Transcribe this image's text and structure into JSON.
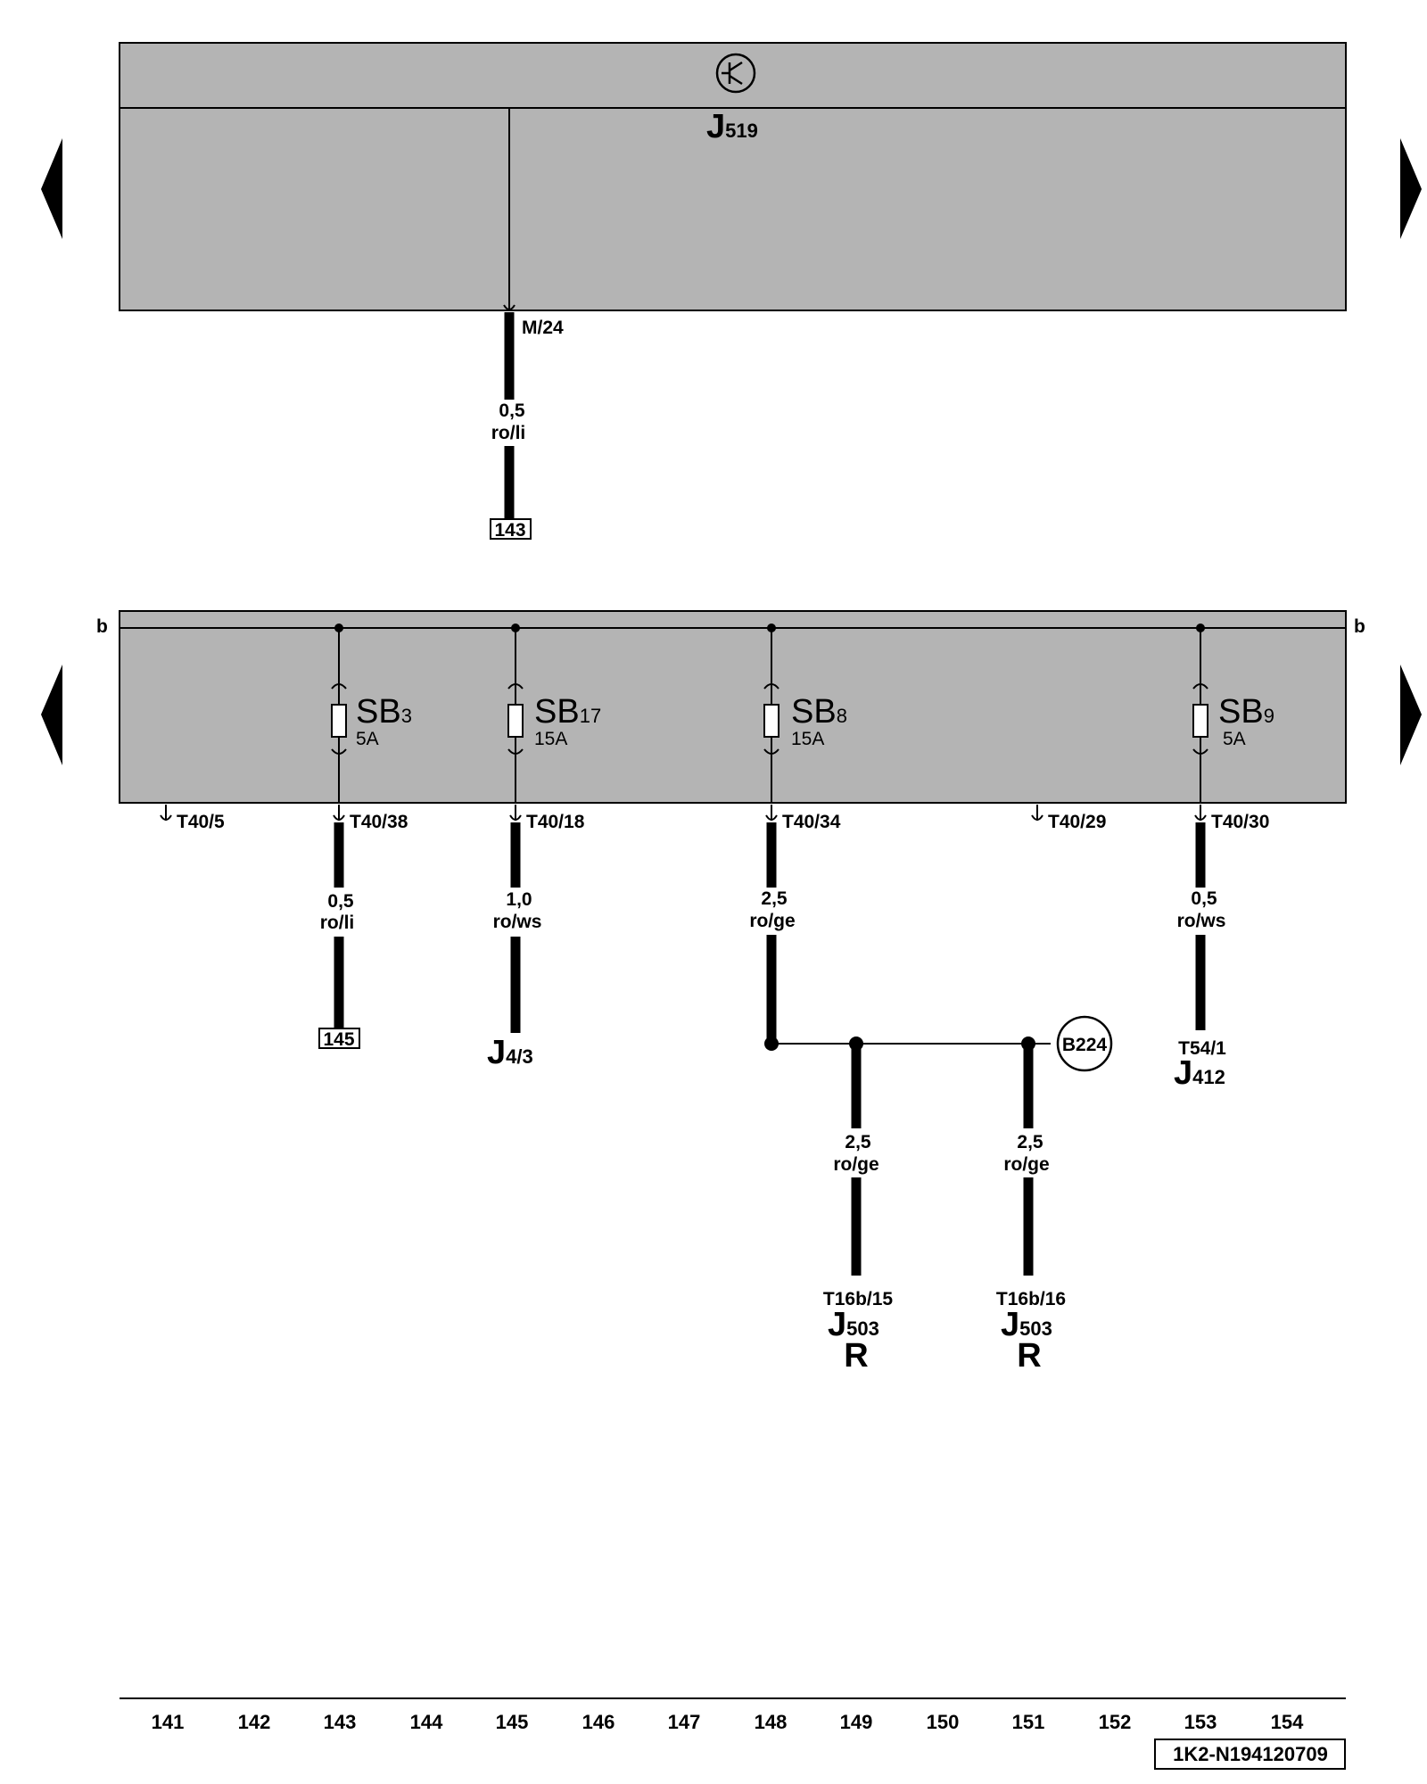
{
  "control_unit": {
    "name": "J",
    "sub": "519"
  },
  "upper_wire": {
    "pin": "M/24",
    "gauge": "0,5",
    "color": "ro/li",
    "ref": "143"
  },
  "bus_label_left": "b",
  "bus_label_right": "b",
  "fuses": [
    {
      "name": "SB",
      "sub": "3",
      "amp": "5A"
    },
    {
      "name": "SB",
      "sub": "17",
      "amp": "15A"
    },
    {
      "name": "SB",
      "sub": "8",
      "amp": "15A"
    },
    {
      "name": "SB",
      "sub": "9",
      "amp": "5A"
    }
  ],
  "connectors": [
    "T40/5",
    "T40/38",
    "T40/18",
    "T40/34",
    "T40/29",
    "T40/30"
  ],
  "wires": [
    {
      "gauge": "0,5",
      "color": "ro/li"
    },
    {
      "gauge": "1,0",
      "color": "ro/ws"
    },
    {
      "gauge": "2,5",
      "color": "ro/ge"
    },
    {
      "gauge": "0,5",
      "color": "ro/ws"
    },
    {
      "gauge": "2,5",
      "color": "ro/ge"
    },
    {
      "gauge": "2,5",
      "color": "ro/ge"
    }
  ],
  "ref_145": "145",
  "j4": {
    "name": "J",
    "sub": "4/3"
  },
  "j412": {
    "pin": "T54/1",
    "name": "J",
    "sub": "412"
  },
  "b224": "B224",
  "j503_left": {
    "pin": "T16b/15",
    "name": "J",
    "sub": "503",
    "r": "R"
  },
  "j503_right": {
    "pin": "T16b/16",
    "name": "J",
    "sub": "503",
    "r": "R"
  },
  "columns": [
    "141",
    "142",
    "143",
    "144",
    "145",
    "146",
    "147",
    "148",
    "149",
    "150",
    "151",
    "152",
    "153",
    "154"
  ],
  "doc_id": "1K2-N194120709",
  "colors": {
    "panel": "#b4b4b4",
    "ink": "#000000"
  }
}
